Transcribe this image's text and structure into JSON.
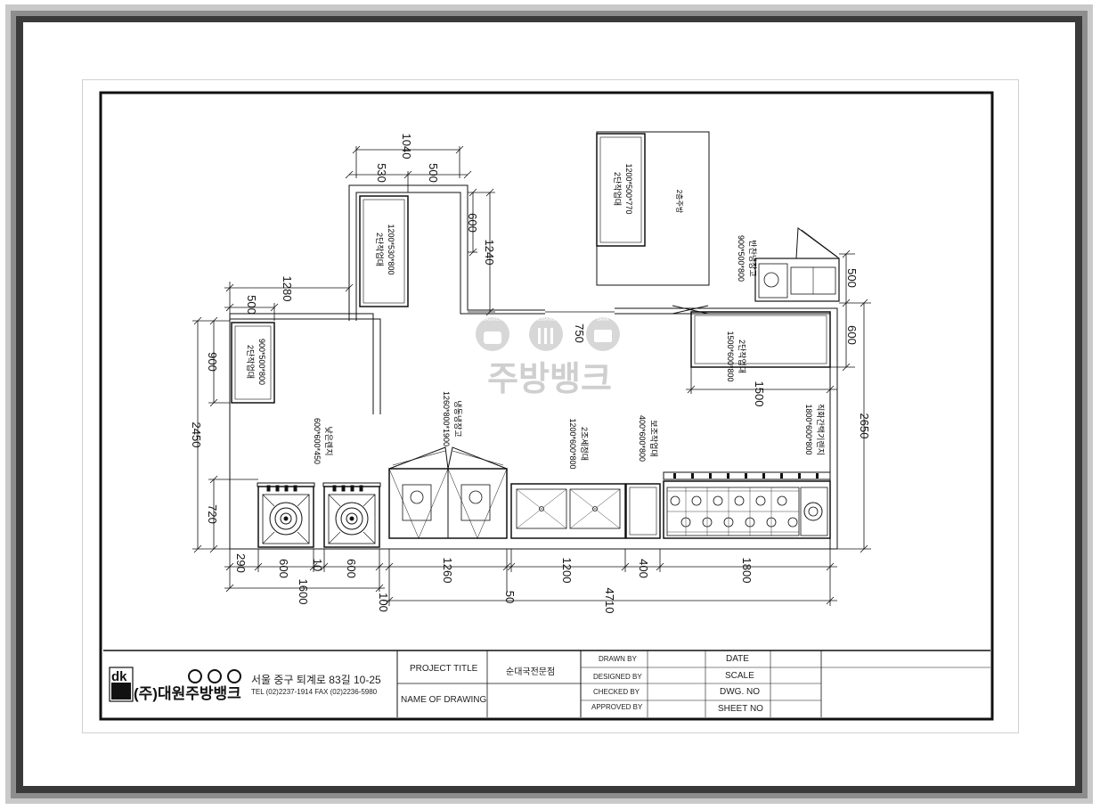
{
  "watermark": {
    "top_labels": [
      "DAEWON",
      "JUBANG",
      "BANK"
    ],
    "main": "주방뱅크"
  },
  "dimensions": {
    "d1040": "1040",
    "d530": "530",
    "d500a": "500",
    "d600a": "600",
    "d1240": "1240",
    "d1280": "1280",
    "d500b": "500",
    "d900": "900",
    "d2450": "2450",
    "d720": "720",
    "d750": "750",
    "d500c": "500",
    "d600c": "600",
    "d1500": "1500",
    "d2650": "2650",
    "b290": "290",
    "b600a": "600",
    "b10": "10",
    "b600b": "600",
    "b1600": "1600",
    "b100": "100",
    "b1260": "1260",
    "b50": "50",
    "b1200": "1200",
    "b400": "400",
    "b1800": "1800",
    "b4710": "4710"
  },
  "equipment": [
    {
      "id": "worktable-top",
      "name": "2단작업대",
      "size": "1200*530*800"
    },
    {
      "id": "worktable-left",
      "name": "2단작업대",
      "size": "900*500*800"
    },
    {
      "id": "worktable-topright",
      "name": "2단작업대",
      "size": "1200*500*770"
    },
    {
      "id": "dish-area",
      "name": "2층주방",
      "size": ""
    },
    {
      "id": "fridge-table",
      "name": "반찬냉장고",
      "size": "900*500*800"
    },
    {
      "id": "worktable-right",
      "name": "2단작업대",
      "size": "1500*600*800"
    },
    {
      "id": "low-range",
      "name": "낮은렌지",
      "size": "600*600*450"
    },
    {
      "id": "fridge-freezer",
      "name": "냉동냉장고",
      "size": "1260*800*1900"
    },
    {
      "id": "sink",
      "name": "2조세정대",
      "size": "1200*600*800"
    },
    {
      "id": "aux-table",
      "name": "보조작업대",
      "size": "400*600*800"
    },
    {
      "id": "big-range",
      "name": "직화간택기렌지",
      "size": "1800*600*800"
    }
  ],
  "company": {
    "logo_mark": "dk",
    "name": "(주)대원주방뱅크",
    "address": "서울 중구 퇴계로 83길 10-25",
    "contact": "TEL (02)2237-1914 FAX (02)2236-5980"
  },
  "title_block": {
    "project_title_label": "PROJECT TITLE",
    "project_title_value": "순대국전문점",
    "name_of_drawing_label": "NAME OF DRAWING",
    "drawn_by": "DRAWN BY",
    "designed_by": "DESIGNED BY",
    "checked_by": "CHECKED BY",
    "approved_by": "APPROVED BY",
    "date": "DATE",
    "scale": "SCALE",
    "dwg_no": "DWG. NO",
    "sheet_no": "SHEET NO"
  }
}
